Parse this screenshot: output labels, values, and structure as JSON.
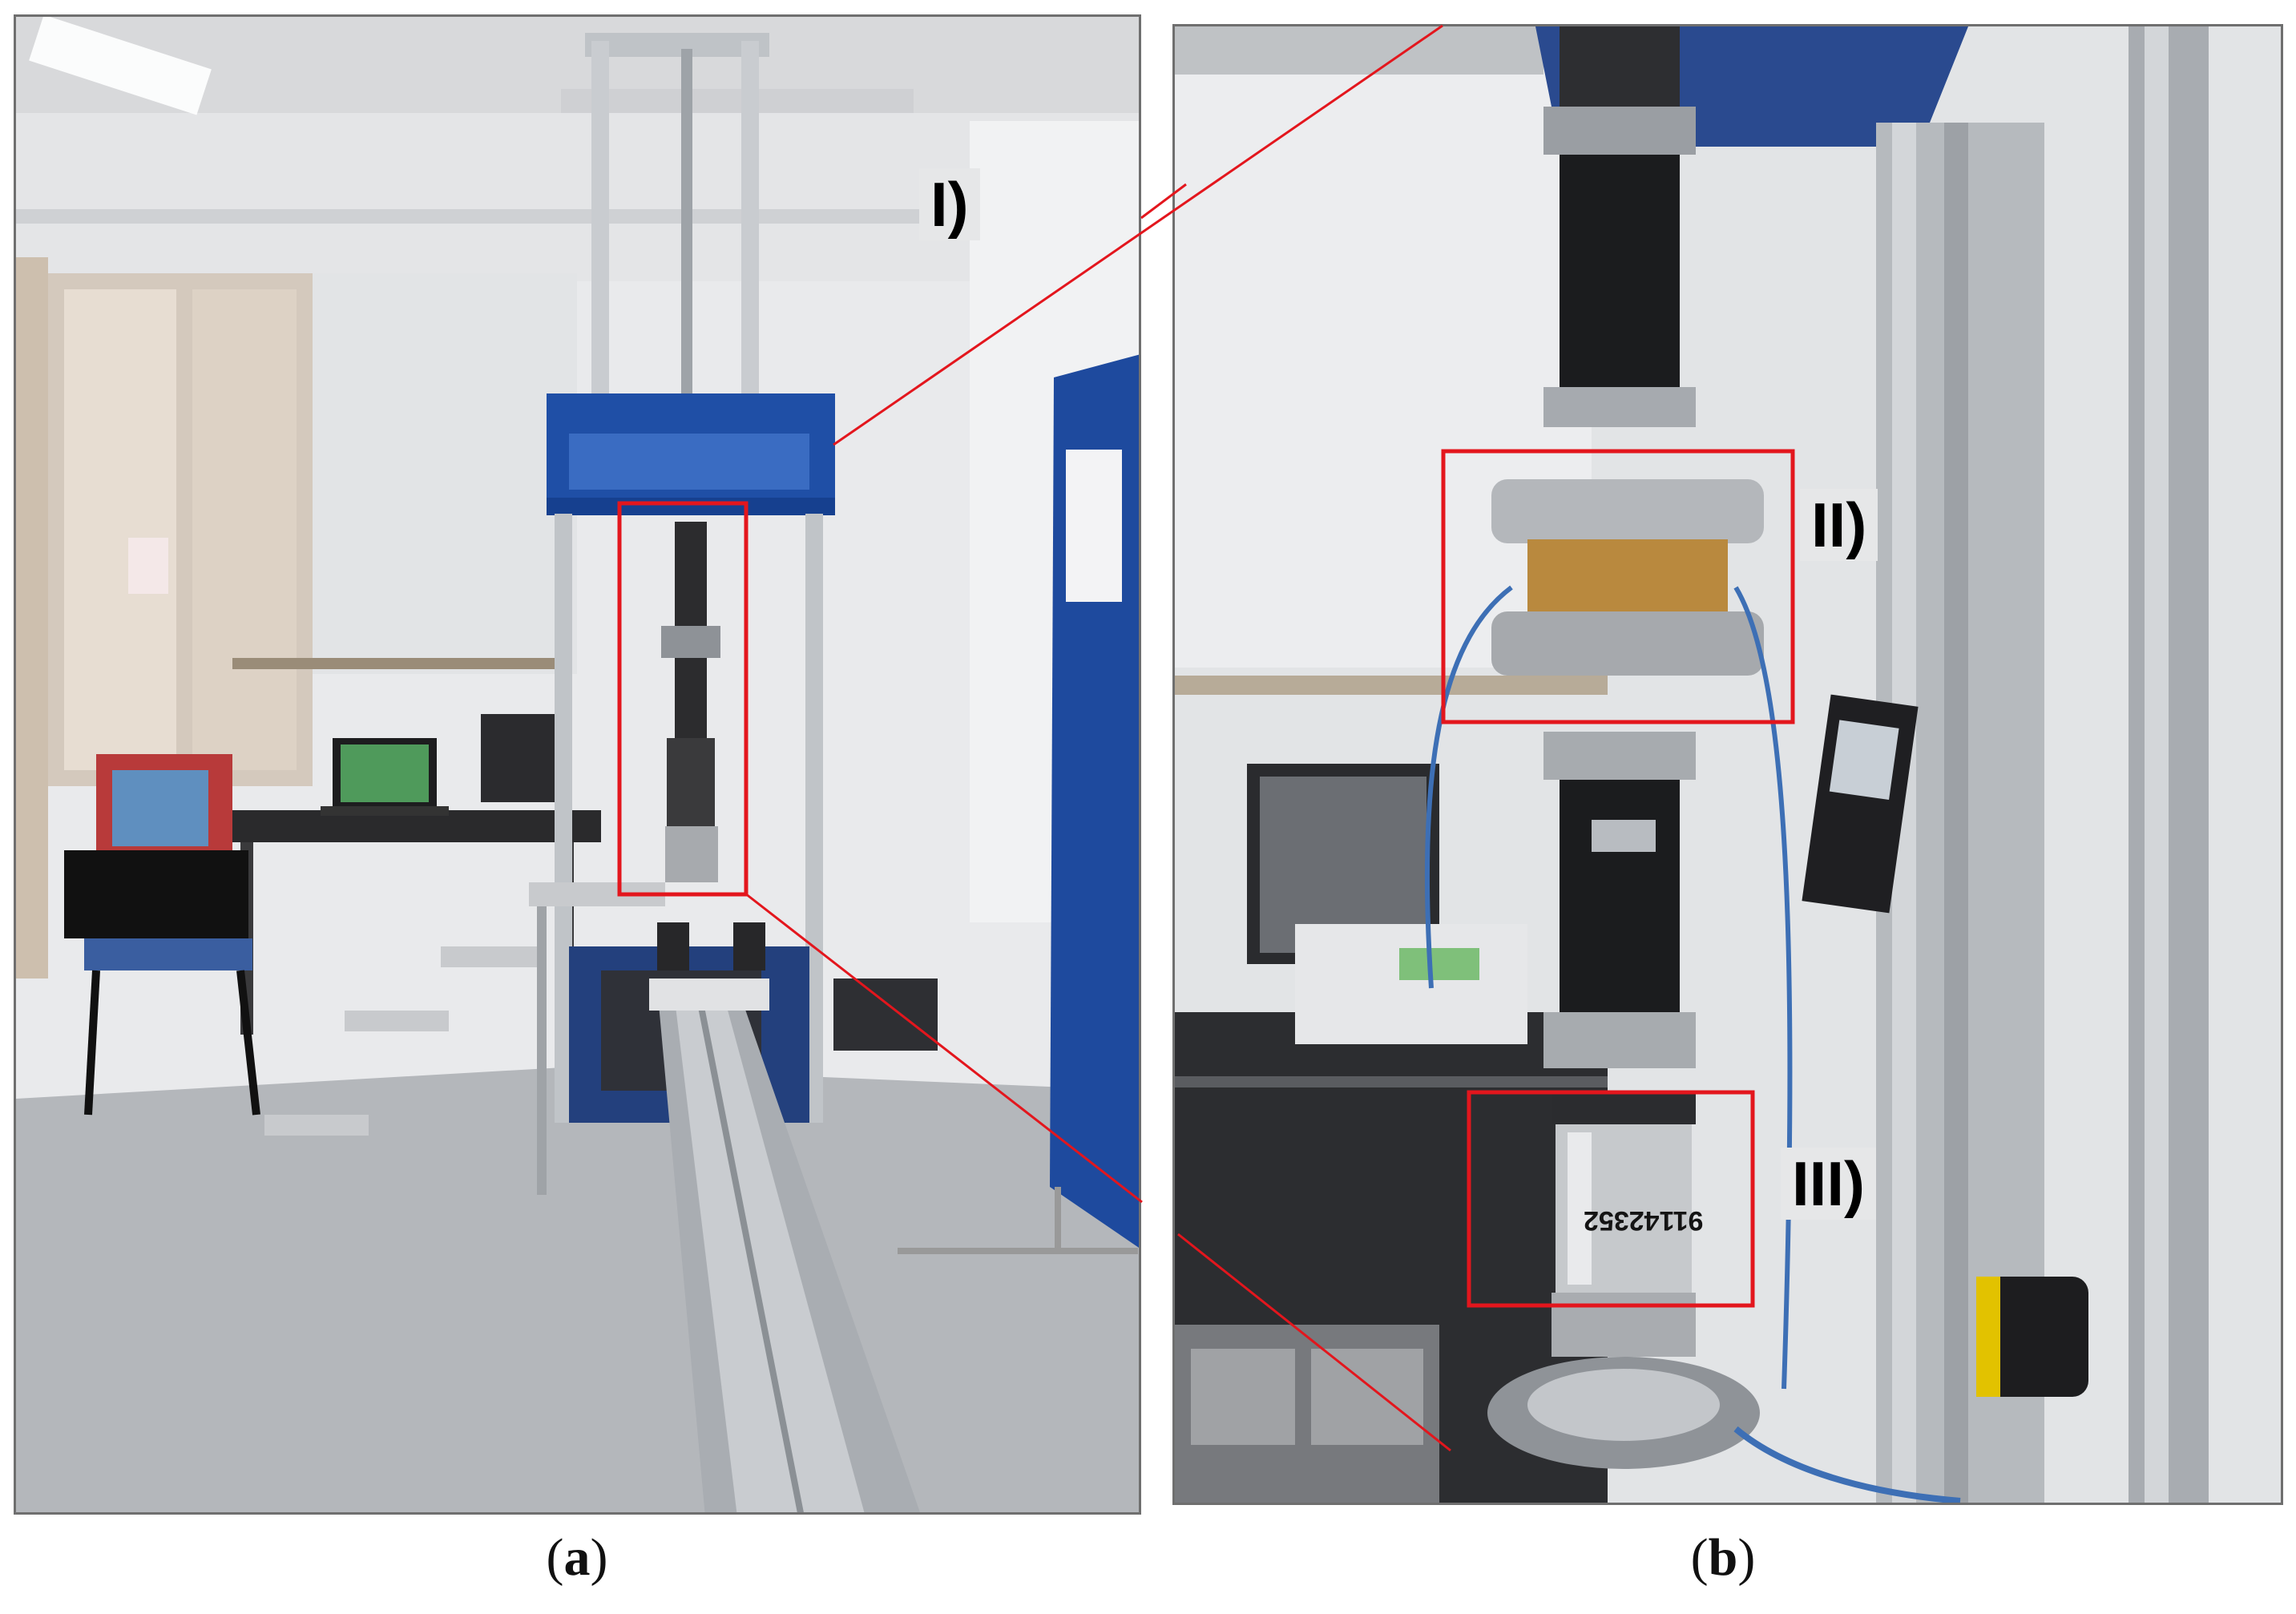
{
  "figure": {
    "panels": [
      {
        "id": "a",
        "caption_letter": "a"
      },
      {
        "id": "b",
        "caption_letter": "b"
      }
    ],
    "labels": {
      "one": "I)",
      "two": "II)",
      "three": "III)"
    },
    "serial_text": "91142352",
    "colors": {
      "highlight_box": "#e3161d",
      "frame_blue": "#1f4fa6",
      "panel_border": "#6f6f6f"
    }
  }
}
